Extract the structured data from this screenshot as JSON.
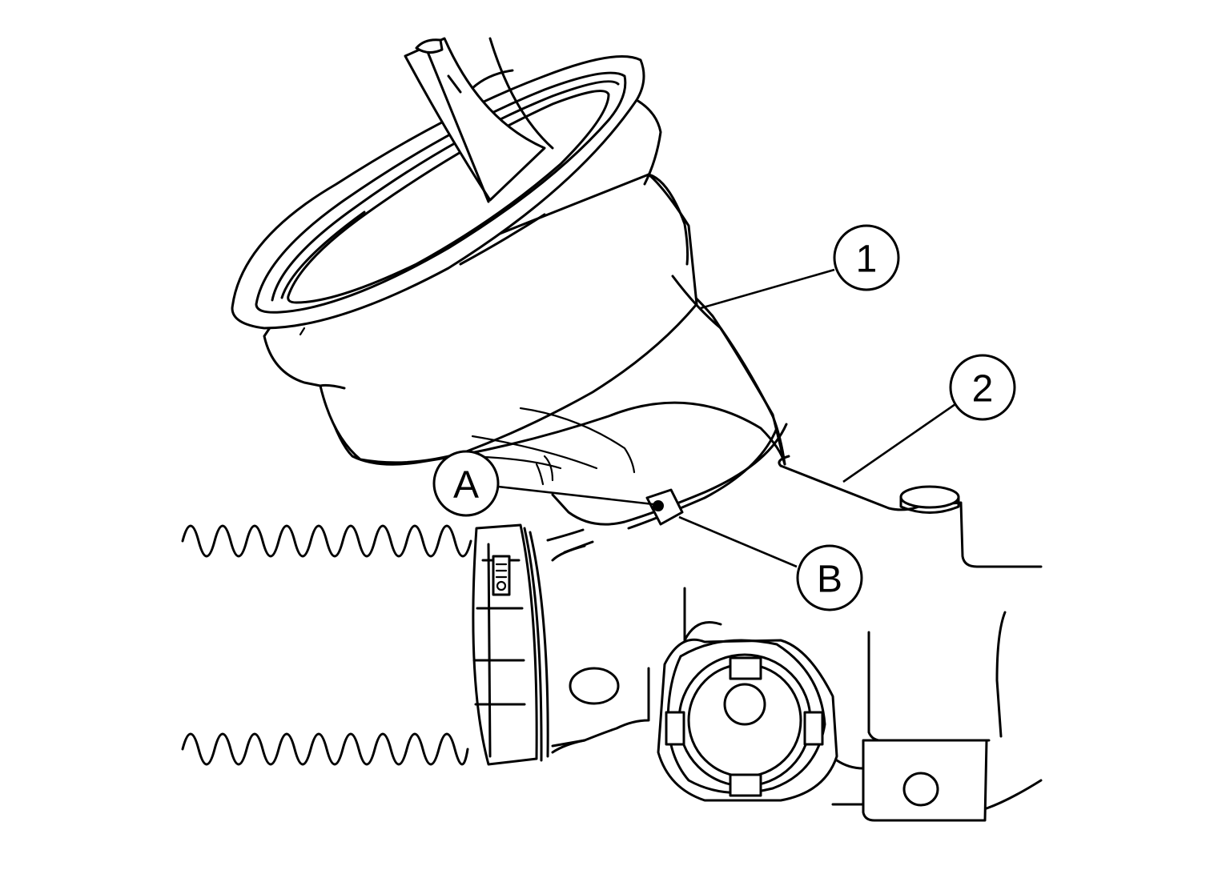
{
  "callouts": [
    {
      "id": "1",
      "label": "1"
    },
    {
      "id": "2",
      "label": "2"
    },
    {
      "id": "A",
      "label": "A"
    },
    {
      "id": "B",
      "label": "B"
    }
  ]
}
